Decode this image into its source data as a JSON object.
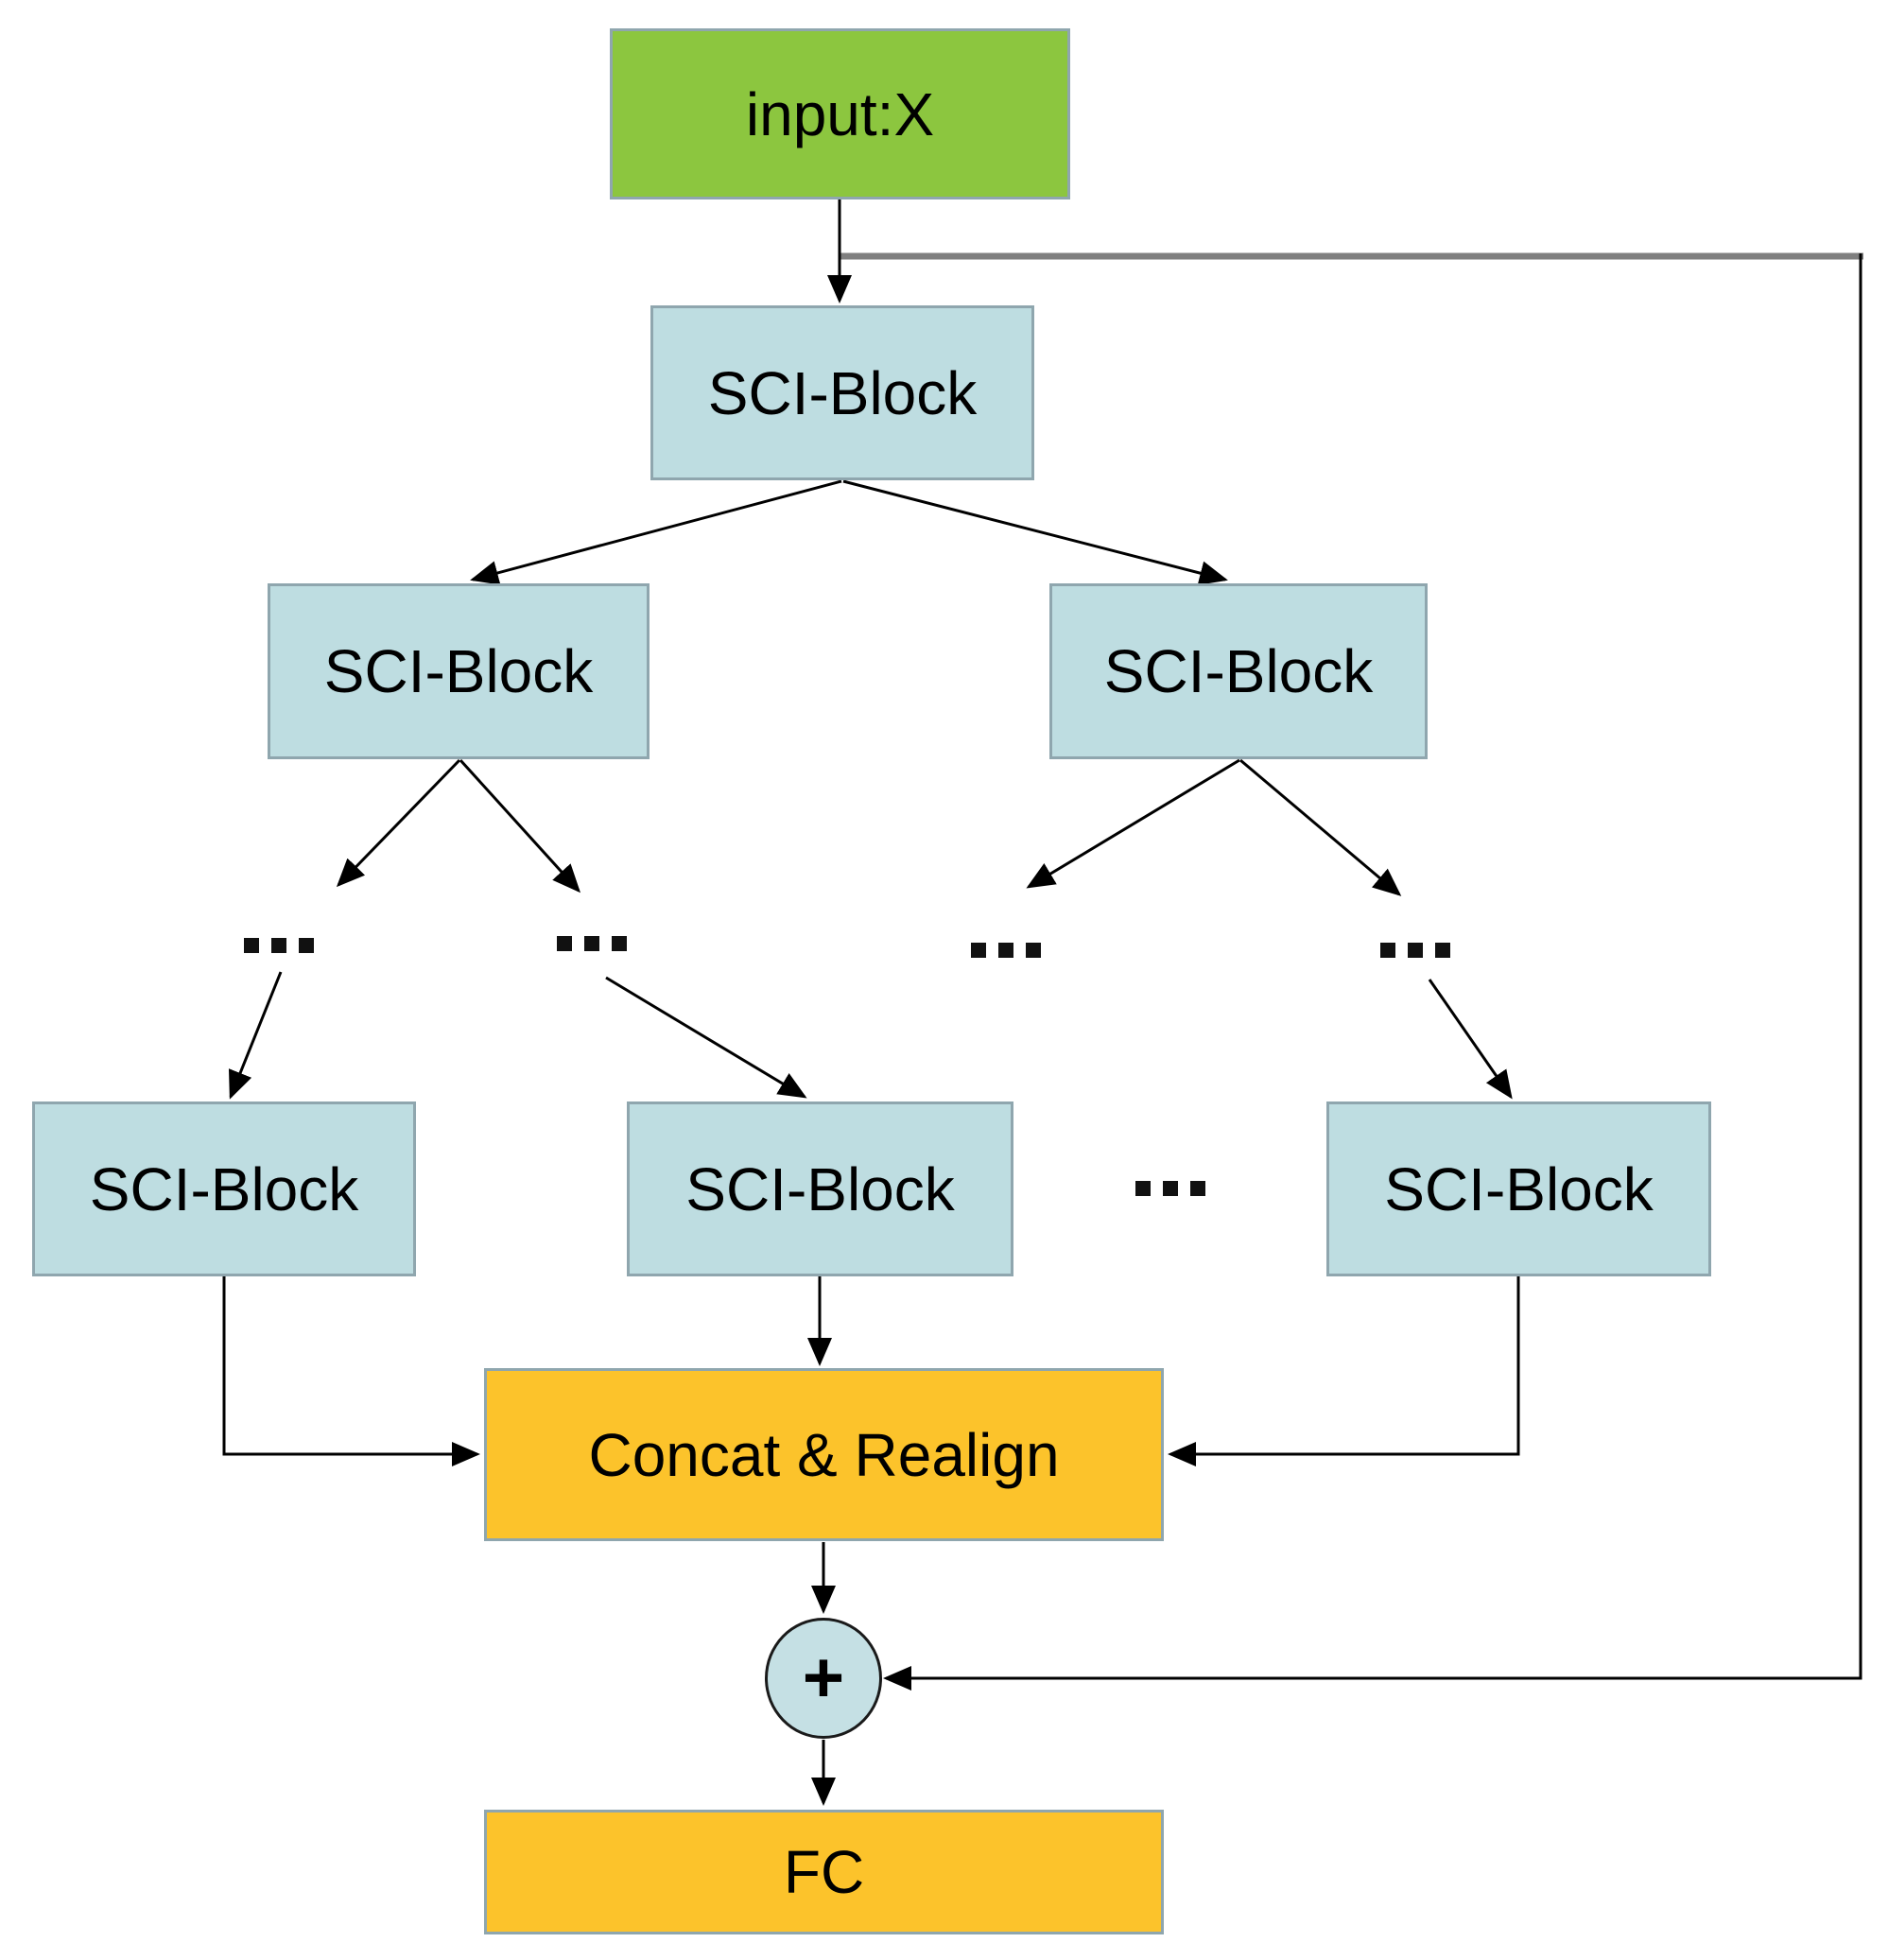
{
  "diagram": {
    "nodes": [
      {
        "id": "input",
        "label": "input:X"
      },
      {
        "id": "sci-block-1",
        "label": "SCI-Block"
      },
      {
        "id": "sci-block-2-left",
        "label": "SCI-Block"
      },
      {
        "id": "sci-block-2-right",
        "label": "SCI-Block"
      },
      {
        "id": "sci-block-3-left",
        "label": "SCI-Block"
      },
      {
        "id": "sci-block-3-middle",
        "label": "SCI-Block"
      },
      {
        "id": "sci-block-3-right",
        "label": "SCI-Block"
      },
      {
        "id": "concat-realign",
        "label": "Concat & Realign"
      },
      {
        "id": "sum",
        "label": "+"
      },
      {
        "id": "fc",
        "label": "FC"
      }
    ],
    "ellipsis_glyph": "...",
    "colors": {
      "input_fill": "#8CC63F",
      "sci_block_fill": "#BEDDE1",
      "accent_fill": "#FCC32B",
      "sum_fill": "#C5E0E4",
      "box_border": "#8FA6AE",
      "arrow": "#000000",
      "residual_line": "#7F7F7F",
      "text": "#000000",
      "background": "#FFFFFF"
    }
  }
}
